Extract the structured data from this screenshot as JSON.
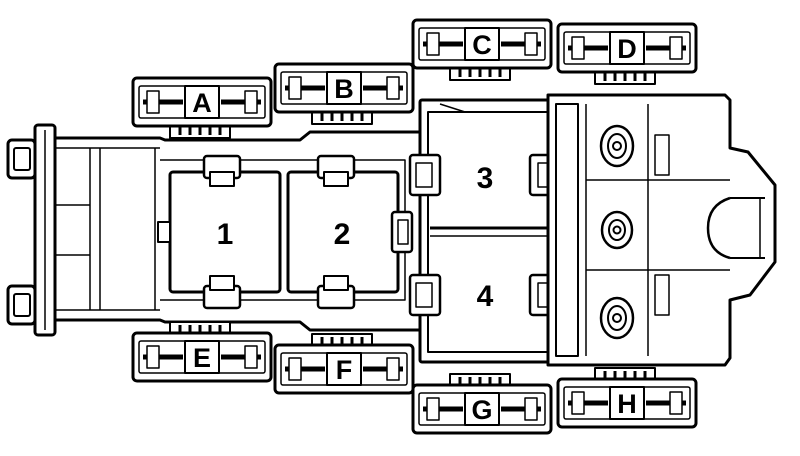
{
  "relays": [
    {
      "id": "relay-1",
      "label": "1"
    },
    {
      "id": "relay-2",
      "label": "2"
    },
    {
      "id": "relay-3",
      "label": "3"
    },
    {
      "id": "relay-4",
      "label": "4"
    }
  ],
  "fuses": [
    {
      "id": "fuse-a",
      "label": "A"
    },
    {
      "id": "fuse-b",
      "label": "B"
    },
    {
      "id": "fuse-c",
      "label": "C"
    },
    {
      "id": "fuse-d",
      "label": "D"
    },
    {
      "id": "fuse-e",
      "label": "E"
    },
    {
      "id": "fuse-f",
      "label": "F"
    },
    {
      "id": "fuse-g",
      "label": "G"
    },
    {
      "id": "fuse-h",
      "label": "H"
    }
  ]
}
